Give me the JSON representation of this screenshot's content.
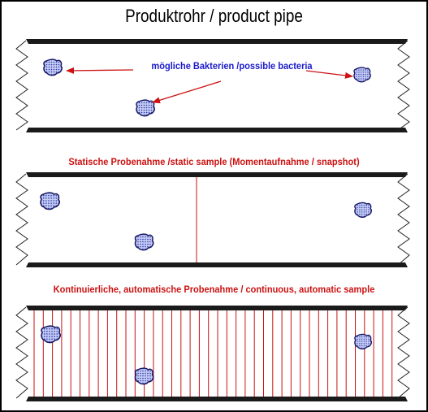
{
  "title": "Produktrohr / product pipe",
  "labels": {
    "bacteria": "mögliche Bakterien /possible bacteria",
    "static_sample": "Statische Probenahme /static sample (Momentaufnahme / snapshot)",
    "continuous_sample": "Kontinuierliche, automatische Probenahme / continuous, automatic sample"
  },
  "colors": {
    "pipe": "#000000",
    "label_blue": "#1a1acc",
    "label_red": "#cc1111",
    "arrow": "#cc1111",
    "sample_line": "#cc1111",
    "bacteria_fill": "#9aa8ee",
    "bacteria_outline": "#1a1a66"
  },
  "icons": [
    "bacteria-blob-icon",
    "pipe-break-icon",
    "arrow-icon"
  ]
}
